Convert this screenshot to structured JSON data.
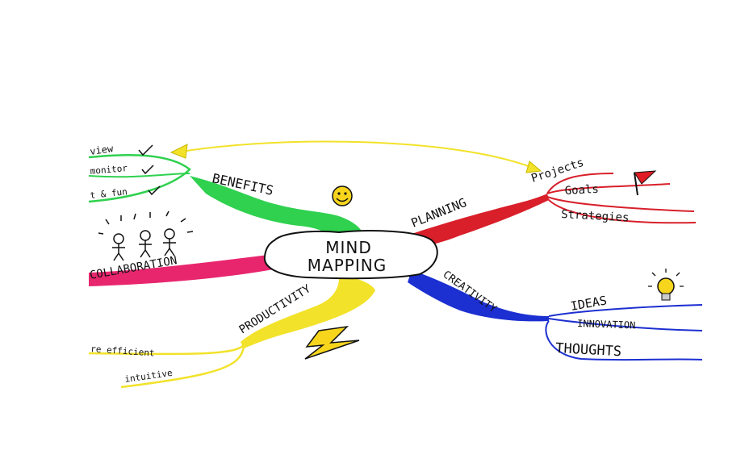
{
  "center": {
    "line1": "MIND",
    "line2": "MAPPING"
  },
  "branches": {
    "benefits": {
      "label": "BENEFITS",
      "color": "#2fd14f",
      "items": [
        "view",
        "monitor",
        "t & fun"
      ]
    },
    "collaboration": {
      "label": "COLLABORATION",
      "color": "#e8266e"
    },
    "productivity": {
      "label": "PRODUCTIVITY",
      "color": "#f2e22a",
      "items": [
        "re efficient",
        "intuitive"
      ]
    },
    "planning": {
      "label": "PLANNING",
      "color": "#d81f2a",
      "items": [
        "Projects",
        "Goals",
        "Strategies"
      ]
    },
    "creativity": {
      "label": "CREATIVITY",
      "color": "#1c2fd1",
      "items": [
        "IDEAS",
        "INNOVATION",
        "THOUGHTS"
      ]
    }
  },
  "icons": [
    "smiley-icon",
    "stick-figures-icon",
    "lightning-icon",
    "flag-icon",
    "lightbulb-icon",
    "arrow-icon"
  ]
}
